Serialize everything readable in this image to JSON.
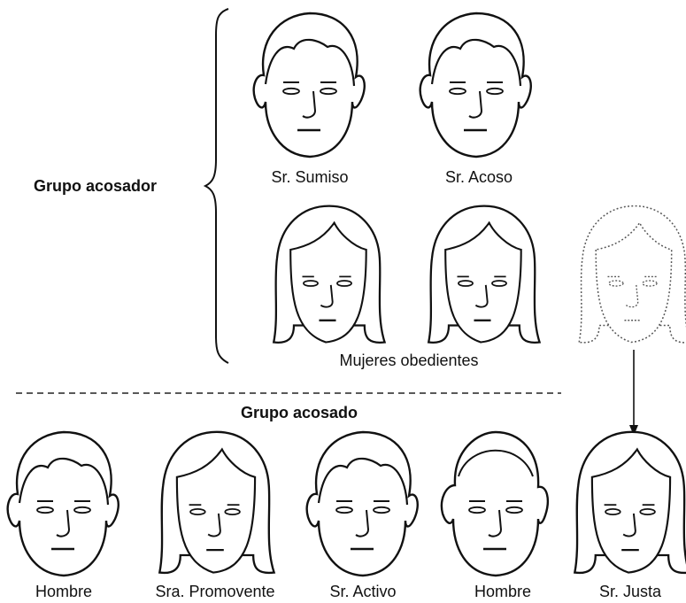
{
  "group_label_top": "Grupo acosador",
  "group_label_bottom": "Grupo acosado",
  "figures": [
    {
      "name": "Sr. Sumiso",
      "type": "man"
    },
    {
      "name": "Sr. Acoso",
      "type": "man"
    },
    {
      "name": "Mujeres obedientes",
      "type": "woman_pair"
    },
    {
      "name": "",
      "type": "woman_dotted"
    },
    {
      "name": "Hombre",
      "type": "man"
    },
    {
      "name": "Sra. Promovente",
      "type": "woman"
    },
    {
      "name": "Sr. Activo",
      "type": "man"
    },
    {
      "name": "Hombre",
      "type": "man_bald"
    },
    {
      "name": "Sr. Justa",
      "type": "woman"
    }
  ],
  "colors": {
    "ink": "#111111",
    "dotted": "#555555"
  }
}
